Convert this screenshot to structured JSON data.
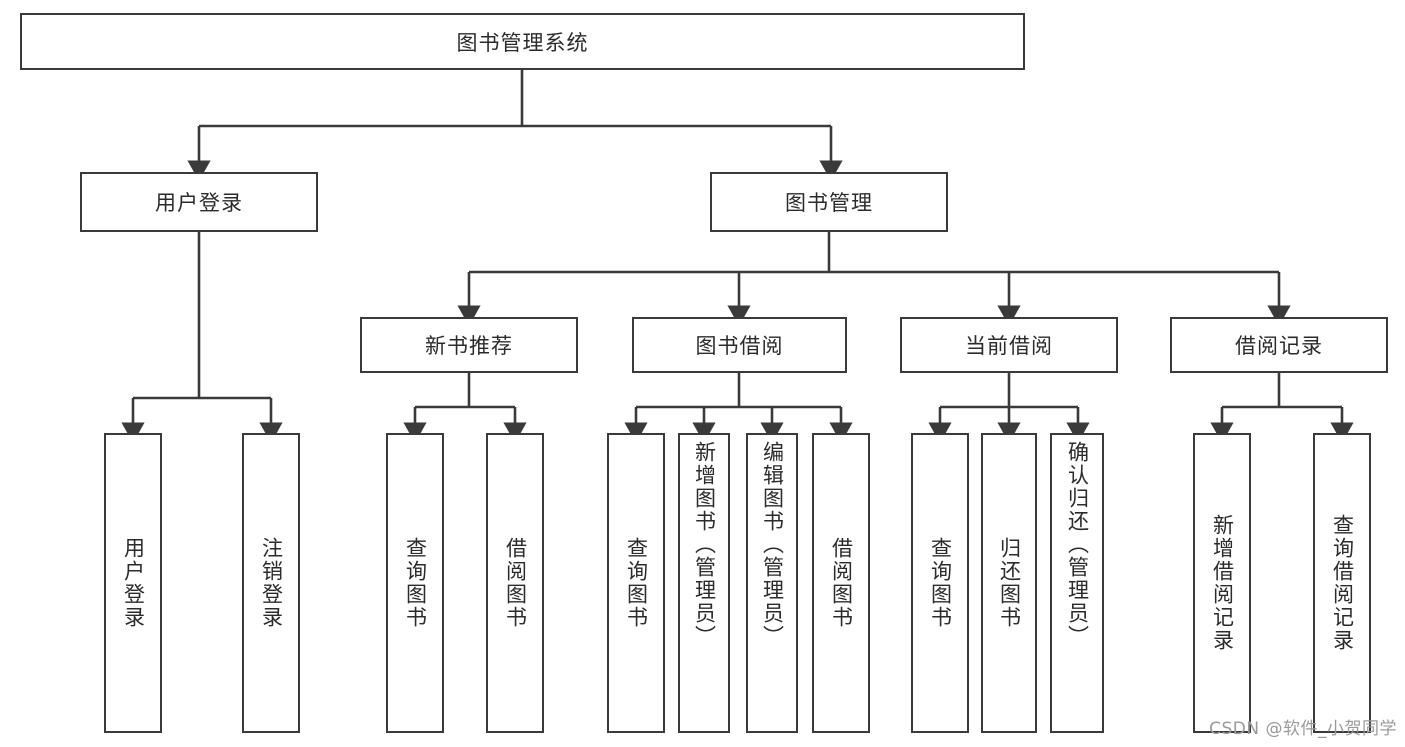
{
  "diagram": {
    "title": "图书管理系统",
    "type": "tree-hierarchy",
    "root": {
      "label": "图书管理系统"
    },
    "level2": [
      {
        "label": "用户登录"
      },
      {
        "label": "图书管理"
      }
    ],
    "level3": [
      {
        "label": "新书推荐"
      },
      {
        "label": "图书借阅"
      },
      {
        "label": "当前借阅"
      },
      {
        "label": "借阅记录"
      }
    ],
    "leaves": {
      "user_login": [
        {
          "label": "用户登录"
        },
        {
          "label": "注销登录"
        }
      ],
      "new_book_recommend": [
        {
          "label": "查询图书"
        },
        {
          "label": "借阅图书"
        }
      ],
      "book_borrow": [
        {
          "label": "查询图书"
        },
        {
          "label": "新增图书（管理员）"
        },
        {
          "label": "编辑图书（管理员）"
        },
        {
          "label": "借阅图书"
        }
      ],
      "current_borrow": [
        {
          "label": "查询图书"
        },
        {
          "label": "归还图书"
        },
        {
          "label": "确认归还（管理员）"
        }
      ],
      "borrow_record": [
        {
          "label": "新增借阅记录"
        },
        {
          "label": "查询借阅记录"
        }
      ]
    }
  },
  "watermark": {
    "text": "CSDN @软件_小贺同学"
  },
  "colors": {
    "border": "#3a3a3a",
    "text": "#2b2b2b",
    "background": "#ffffff",
    "watermark": "#9a9a9a"
  }
}
